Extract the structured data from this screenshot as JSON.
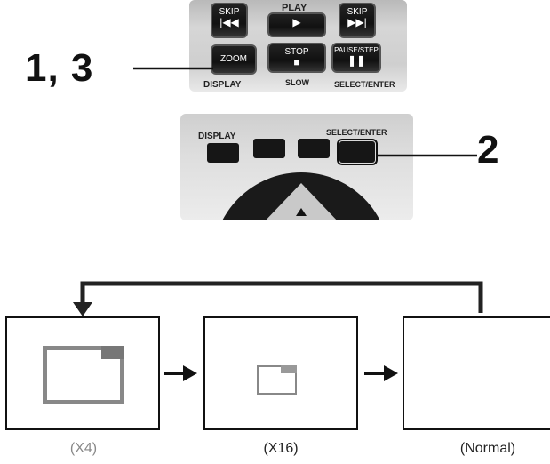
{
  "remote": {
    "skip_left_label": "SKIP",
    "play_label": "PLAY",
    "skip_right_label": "SKIP",
    "zoom_label": "ZOOM",
    "stop_label": "STOP",
    "pause_step_label": "PAUSE/STEP",
    "display_label_top": "DISPLAY",
    "slow_label": "SLOW",
    "select_enter_label_top": "SELECT/ENTER",
    "display_label": "DISPLAY",
    "select_enter_label": "SELECT/ENTER"
  },
  "callouts": {
    "step_1_3": "1, 3",
    "step_2": "2"
  },
  "sequence": {
    "captions": [
      "(X4)",
      "(X16)",
      "(Normal)"
    ]
  }
}
